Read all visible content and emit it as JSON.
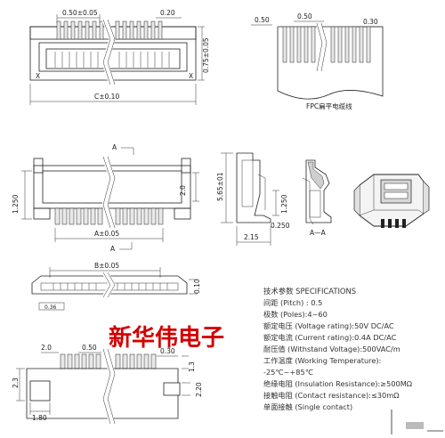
{
  "dimensions": {
    "pitch": "0.50±0.05",
    "pin_width": "0.20",
    "height_top": "0.75±0.05",
    "length_c": "C±0.10",
    "ffc_pitch_left": "0.50",
    "ffc_pitch_mid": "0.50",
    "ffc_right": "0.30",
    "ffc_caption": "FPC扁平电缆线",
    "section_marker": "A",
    "left_height": "1.250",
    "right_small": "2.0",
    "length_a": "A±0.05",
    "side_height": "5.65±01",
    "side_a": "1.250",
    "side_b": "0.250",
    "side_width": "2.15",
    "section_label": "A—A",
    "length_b": "B±0.05",
    "thickness": "0.10",
    "note": "0.36",
    "pad_left": "2.0",
    "pad_pitch": "0.50",
    "pad_width": "0.30",
    "pad_right_top": "1.3",
    "pad_left_h": "2.3",
    "pad_right_h": "2.20",
    "pad_left_w": "1.80",
    "corner_x": "X"
  },
  "specs": {
    "title": "技术参数 SPECIFICATIONS",
    "lines": [
      "间距 (Pitch) : 0.5",
      "极数 (Poles):4~60",
      "额定电压 (Voltage rating):50V DC/AC",
      "额定电流 (Current rating):0.4A DC/AC",
      "耐压值 (Withstand Voltage):500VAC/m",
      "工作温度 (Working Temperature):",
      "-25℃~+85℃",
      "绝缘电阻 (Insulation Resistance):≥500MΩ",
      "接触电阻 (Contact  resistance):≤30mΩ",
      "单面接触 (Single contact)"
    ]
  },
  "brand": {
    "name": "新华伟电子"
  },
  "colors": {
    "brand_red": "#d40000",
    "line": "#222222"
  }
}
